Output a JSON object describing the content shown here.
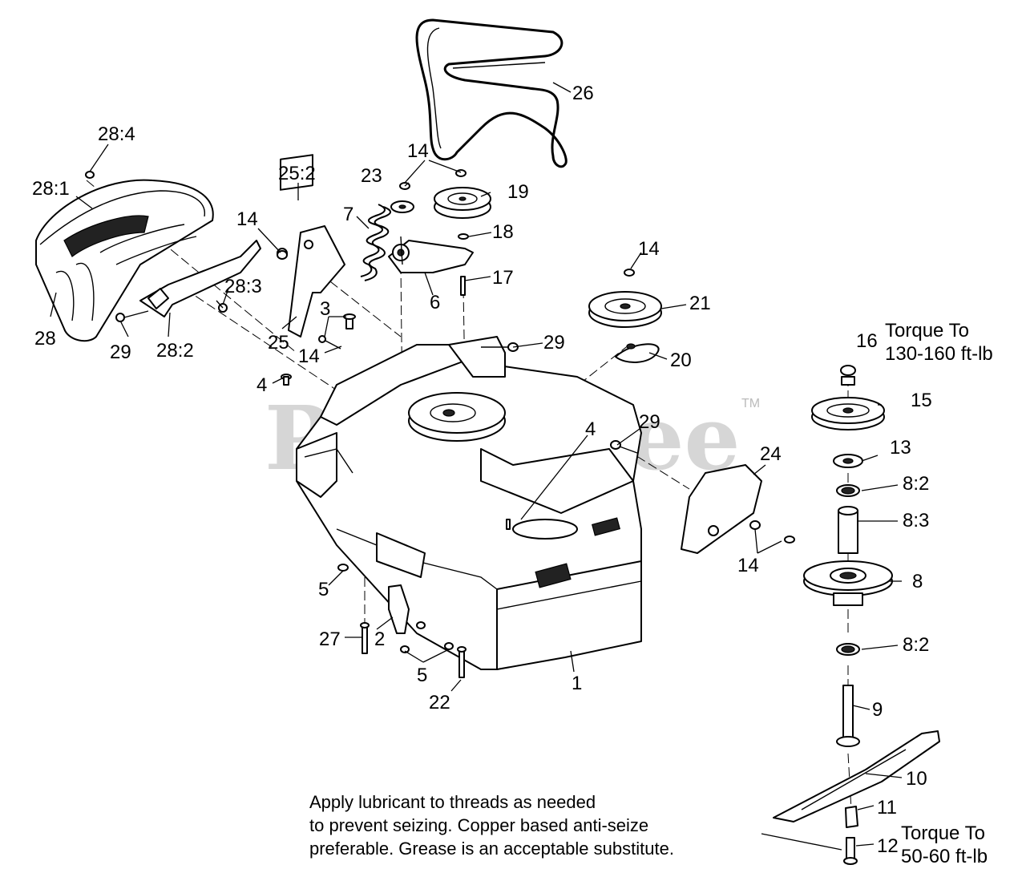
{
  "callouts": {
    "c28_4": "28:4",
    "c28_1": "28:1",
    "c28": "28",
    "c29a": "29",
    "c28_2": "28:2",
    "c28_3": "28:3",
    "c14a": "14",
    "c25_2": "25:2",
    "c25": "25",
    "c3": "3",
    "c14b": "14",
    "c4a": "4",
    "c7": "7",
    "c23": "23",
    "c14c": "14",
    "c19": "19",
    "c18": "18",
    "c17": "17",
    "c6": "6",
    "c26": "26",
    "c14d": "14",
    "c21": "21",
    "c20": "20",
    "c29b": "29",
    "c4b": "4",
    "c29c": "29",
    "c24": "24",
    "c14e": "14",
    "c16": "16",
    "c15": "15",
    "c13": "13",
    "c8_2a": "8:2",
    "c8_3": "8:3",
    "c8": "8",
    "c8_2b": "8:2",
    "c9": "9",
    "c10": "10",
    "c11": "11",
    "c12": "12",
    "c5a": "5",
    "c27": "27",
    "c2": "2",
    "c5b": "5",
    "c22": "22",
    "c1": "1"
  },
  "torque_notes": {
    "top_line1": "Torque To",
    "top_line2": "130-160 ft-lb",
    "bottom_line1": "Torque To",
    "bottom_line2": "50-60 ft-lb"
  },
  "lubricant_note": {
    "line1": "Apply lubricant to threads as needed",
    "line2": "to prevent seizing. Copper based anti-seize",
    "line3": "preferable. Grease is an acceptable substitute."
  },
  "watermark": {
    "text": "PartsTree",
    "trademark": "TM"
  }
}
